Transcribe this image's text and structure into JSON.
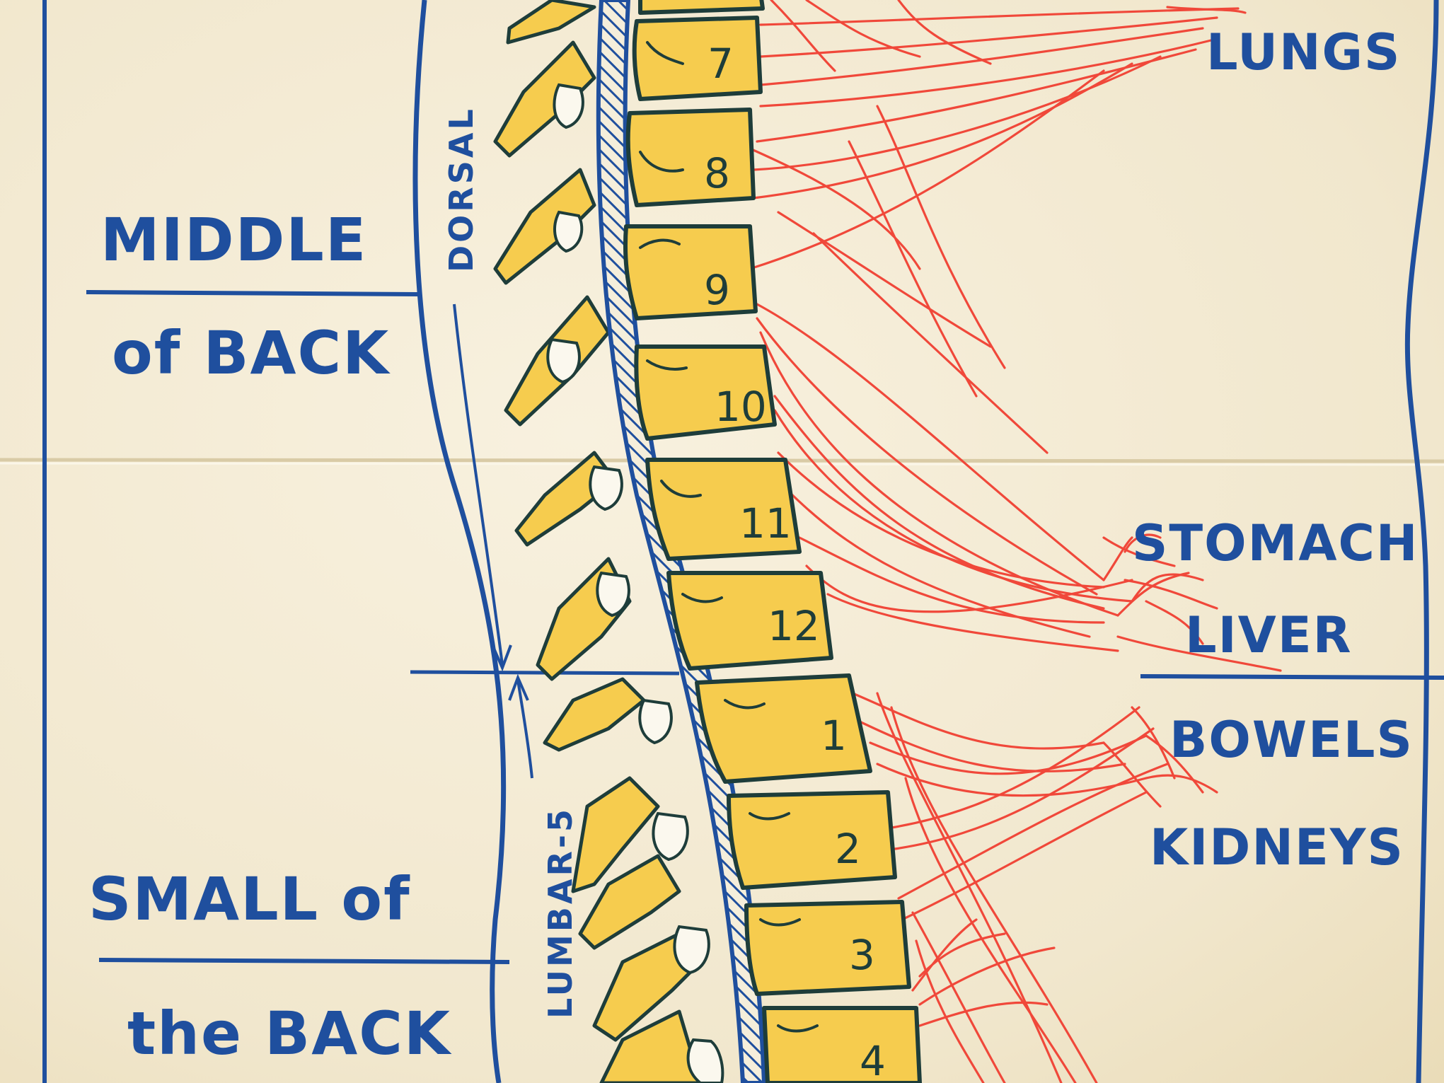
{
  "regions": {
    "middle_line1": "MIDDLE",
    "middle_line2": "of BACK",
    "small_line1": "SMALL of",
    "small_line2": "the BACK"
  },
  "side_labels": {
    "dorsal": "DORSAL",
    "lumbar": "LUMBAR-5"
  },
  "organs": [
    "LUNGS",
    "STOMACH",
    "LIVER",
    "BOWELS",
    "KIDNEYS"
  ],
  "dorsal_numbers": [
    "7",
    "8",
    "9",
    "10",
    "11",
    "12"
  ],
  "lumbar_numbers": [
    "1",
    "2",
    "3",
    "4"
  ],
  "colors": {
    "ink_blue": "#1f4f9e",
    "bone_yellow": "#f6cc4e",
    "bone_outline": "#1e3d3a",
    "nerve_red": "#f0483a",
    "paper": "#f5eedb"
  }
}
